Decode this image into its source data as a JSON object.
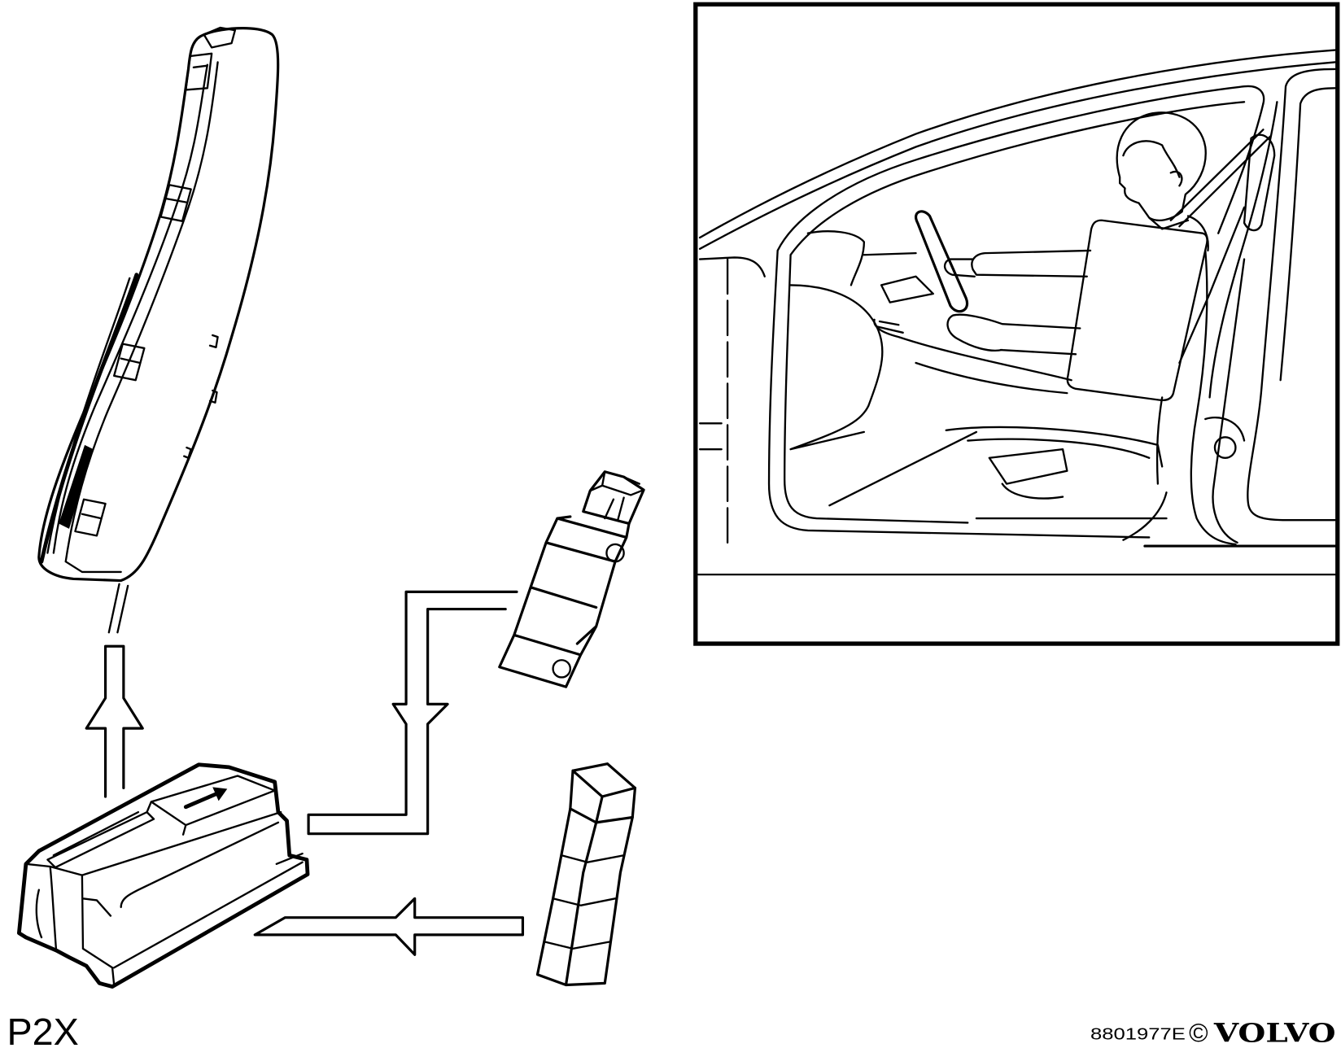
{
  "figure": {
    "model_code": "P2X",
    "figure_number": "8801977E",
    "copyright_symbol": "©",
    "brand_logo": "VOLVO"
  },
  "colors": {
    "line": "#000000",
    "background": "#ffffff"
  }
}
